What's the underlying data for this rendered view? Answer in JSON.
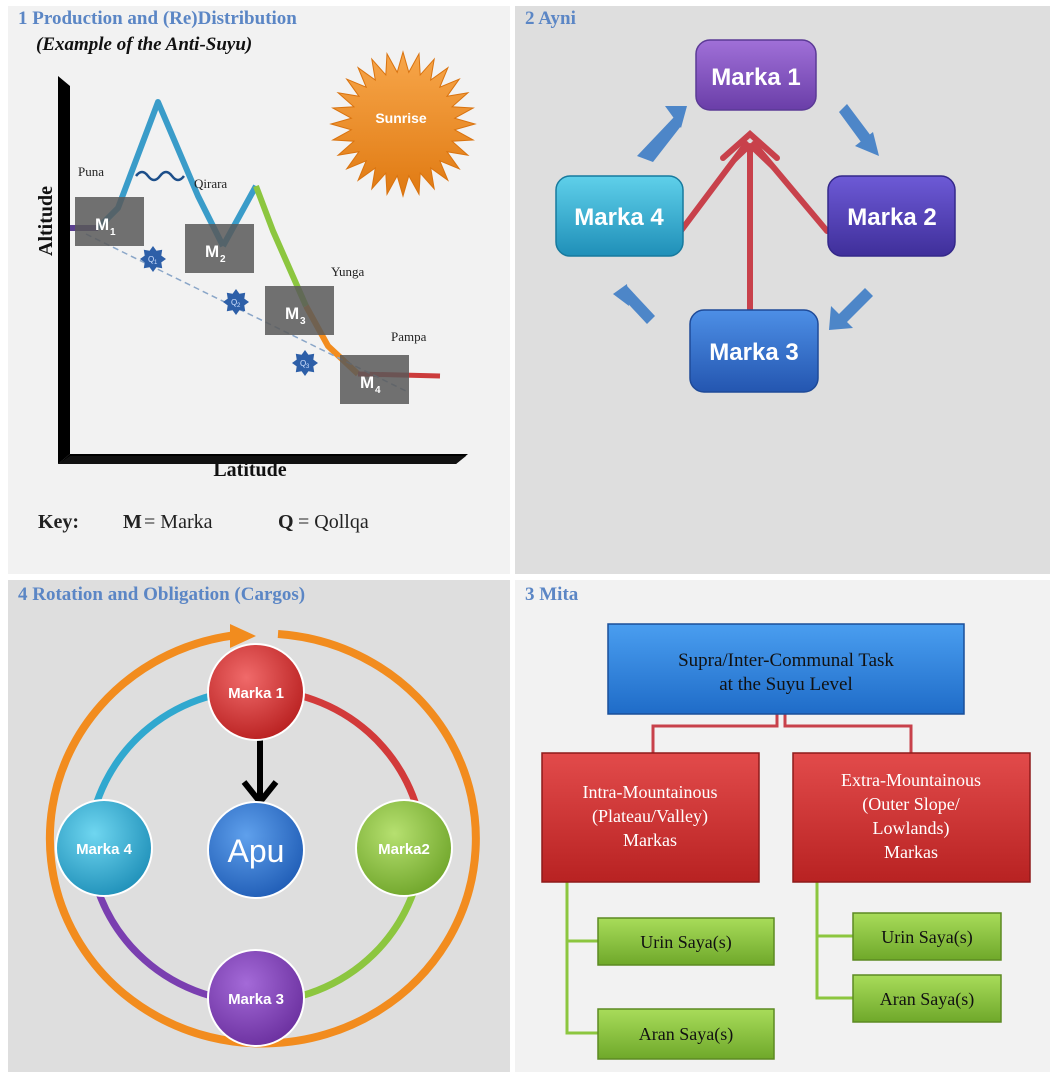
{
  "panel1": {
    "title": "1 Production and (Re)Distribution",
    "subtitle": "(Example of the Anti-Suyu)",
    "sunrise": "Sunrise",
    "zones": {
      "puna": "Puna",
      "qirara": "Qirara",
      "yunga": "Yunga",
      "pampa": "Pampa"
    },
    "ylabel": "Altitude",
    "xlabel": "Latitude",
    "markas": [
      {
        "m": "M",
        "sub": "1"
      },
      {
        "m": "M",
        "sub": "2"
      },
      {
        "m": "M",
        "sub": "3"
      },
      {
        "m": "M",
        "sub": "4"
      }
    ],
    "qollqas": [
      {
        "q": "Q",
        "sub": "1"
      },
      {
        "q": "Q",
        "sub": "2"
      },
      {
        "q": "Q",
        "sub": "3"
      }
    ],
    "key": {
      "label": "Key:",
      "m_letter": "M",
      "m_text": "= Marka",
      "q_letter": "Q",
      "q_text": "= Qollqa"
    }
  },
  "panel2": {
    "title": "2 Ayni",
    "nodes": [
      "Marka 1",
      "Marka 2",
      "Marka 3",
      "Marka 4"
    ]
  },
  "panel3": {
    "title": "3 Mita",
    "top": [
      "Supra/Inter-Communal Task",
      "at the Suyu Level"
    ],
    "left": [
      "Intra-Mountainous",
      "(Plateau/Valley)",
      "Markas"
    ],
    "right": [
      "Extra-Mountainous",
      "(Outer Slope/",
      "Lowlands)",
      "Markas"
    ],
    "sayas": {
      "urin": "Urin Saya(s)",
      "aran": "Aran Saya(s)"
    }
  },
  "panel4": {
    "title": "4 Rotation and Obligation (Cargos)",
    "nodes": {
      "m1": "Marka 1",
      "m2": "Marka2",
      "m3": "Marka 3",
      "m4": "Marka 4",
      "apu": "Apu"
    }
  },
  "colors": {
    "accent_title": "#5b86c5",
    "red_box": "#cc2a2a",
    "green_box": "#8cc63f",
    "blue_box": "#2f7fd6",
    "orange_ring": "#f28c1e"
  }
}
